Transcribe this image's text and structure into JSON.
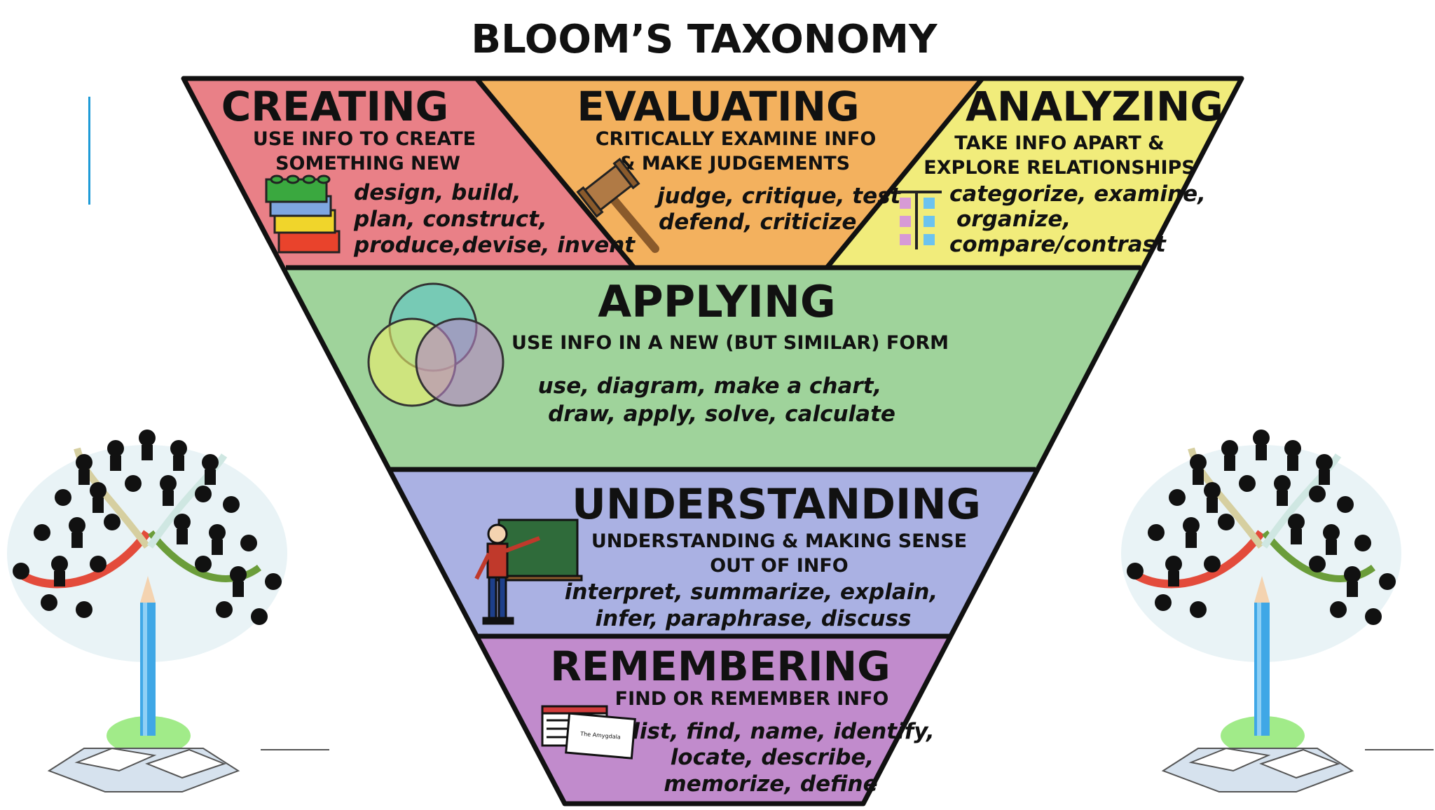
{
  "title": "BLOOM’S TAXONOMY",
  "accent_color": "#1e9bd7",
  "levels": {
    "creating": {
      "heading": "CREATING",
      "description": [
        "USE INFO TO CREATE",
        "SOMETHING NEW"
      ],
      "verbs": [
        "design, build,",
        "plan, construct,",
        "produce,devise, invent"
      ],
      "color": "#e98087",
      "icon": "building-blocks-icon"
    },
    "evaluating": {
      "heading": "EVALUATING",
      "description": [
        "CRITICALLY EXAMINE INFO",
        "& MAKE JUDGEMENTS"
      ],
      "verbs": [
        "judge, critique, test",
        "defend, criticize"
      ],
      "color": "#f3b15e",
      "icon": "gavel-icon"
    },
    "analyzing": {
      "heading": "ANALYZING",
      "description": [
        "TAKE INFO APART &",
        "EXPLORE RELATIONSHIPS"
      ],
      "verbs": [
        "categorize, examine,",
        "organize,",
        "compare/contrast"
      ],
      "color": "#f1ec7b",
      "icon": "sorting-chart-icon"
    },
    "applying": {
      "heading": "APPLYING",
      "description": [
        "USE INFO IN A NEW (BUT SIMILAR) FORM"
      ],
      "verbs": [
        "use, diagram, make a chart,",
        "draw, apply, solve, calculate"
      ],
      "color": "#9fd39b",
      "icon": "venn-diagram-icon"
    },
    "understanding": {
      "heading": "UNDERSTANDING",
      "description": [
        "UNDERSTANDING & MAKING SENSE",
        "OUT OF INFO"
      ],
      "verbs": [
        "interpret, summarize, explain,",
        "infer, paraphrase, discuss"
      ],
      "color": "#aab1e3",
      "icon": "teacher-at-board-icon"
    },
    "remembering": {
      "heading": "REMEMBERING",
      "description": [
        "FIND OR REMEMBER INFO"
      ],
      "verbs": [
        "list, find, name, identify,",
        "locate, describe,",
        "memorize, define"
      ],
      "color": "#c18bcc",
      "icon": "flashcards-icon"
    }
  },
  "flashcard_text": "The Amygdala",
  "side_art": "people-tree-pencil-illustration"
}
